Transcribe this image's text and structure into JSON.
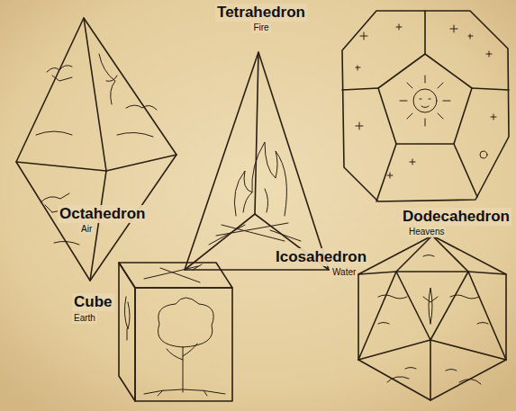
{
  "diagram": {
    "labels": [
      "Tetrahedron",
      "Fire",
      "Octahedron",
      "Air",
      "Dodecahedron",
      "Heavens",
      "Icosahedron",
      "Water",
      "Cube",
      "Earth"
    ]
  }
}
